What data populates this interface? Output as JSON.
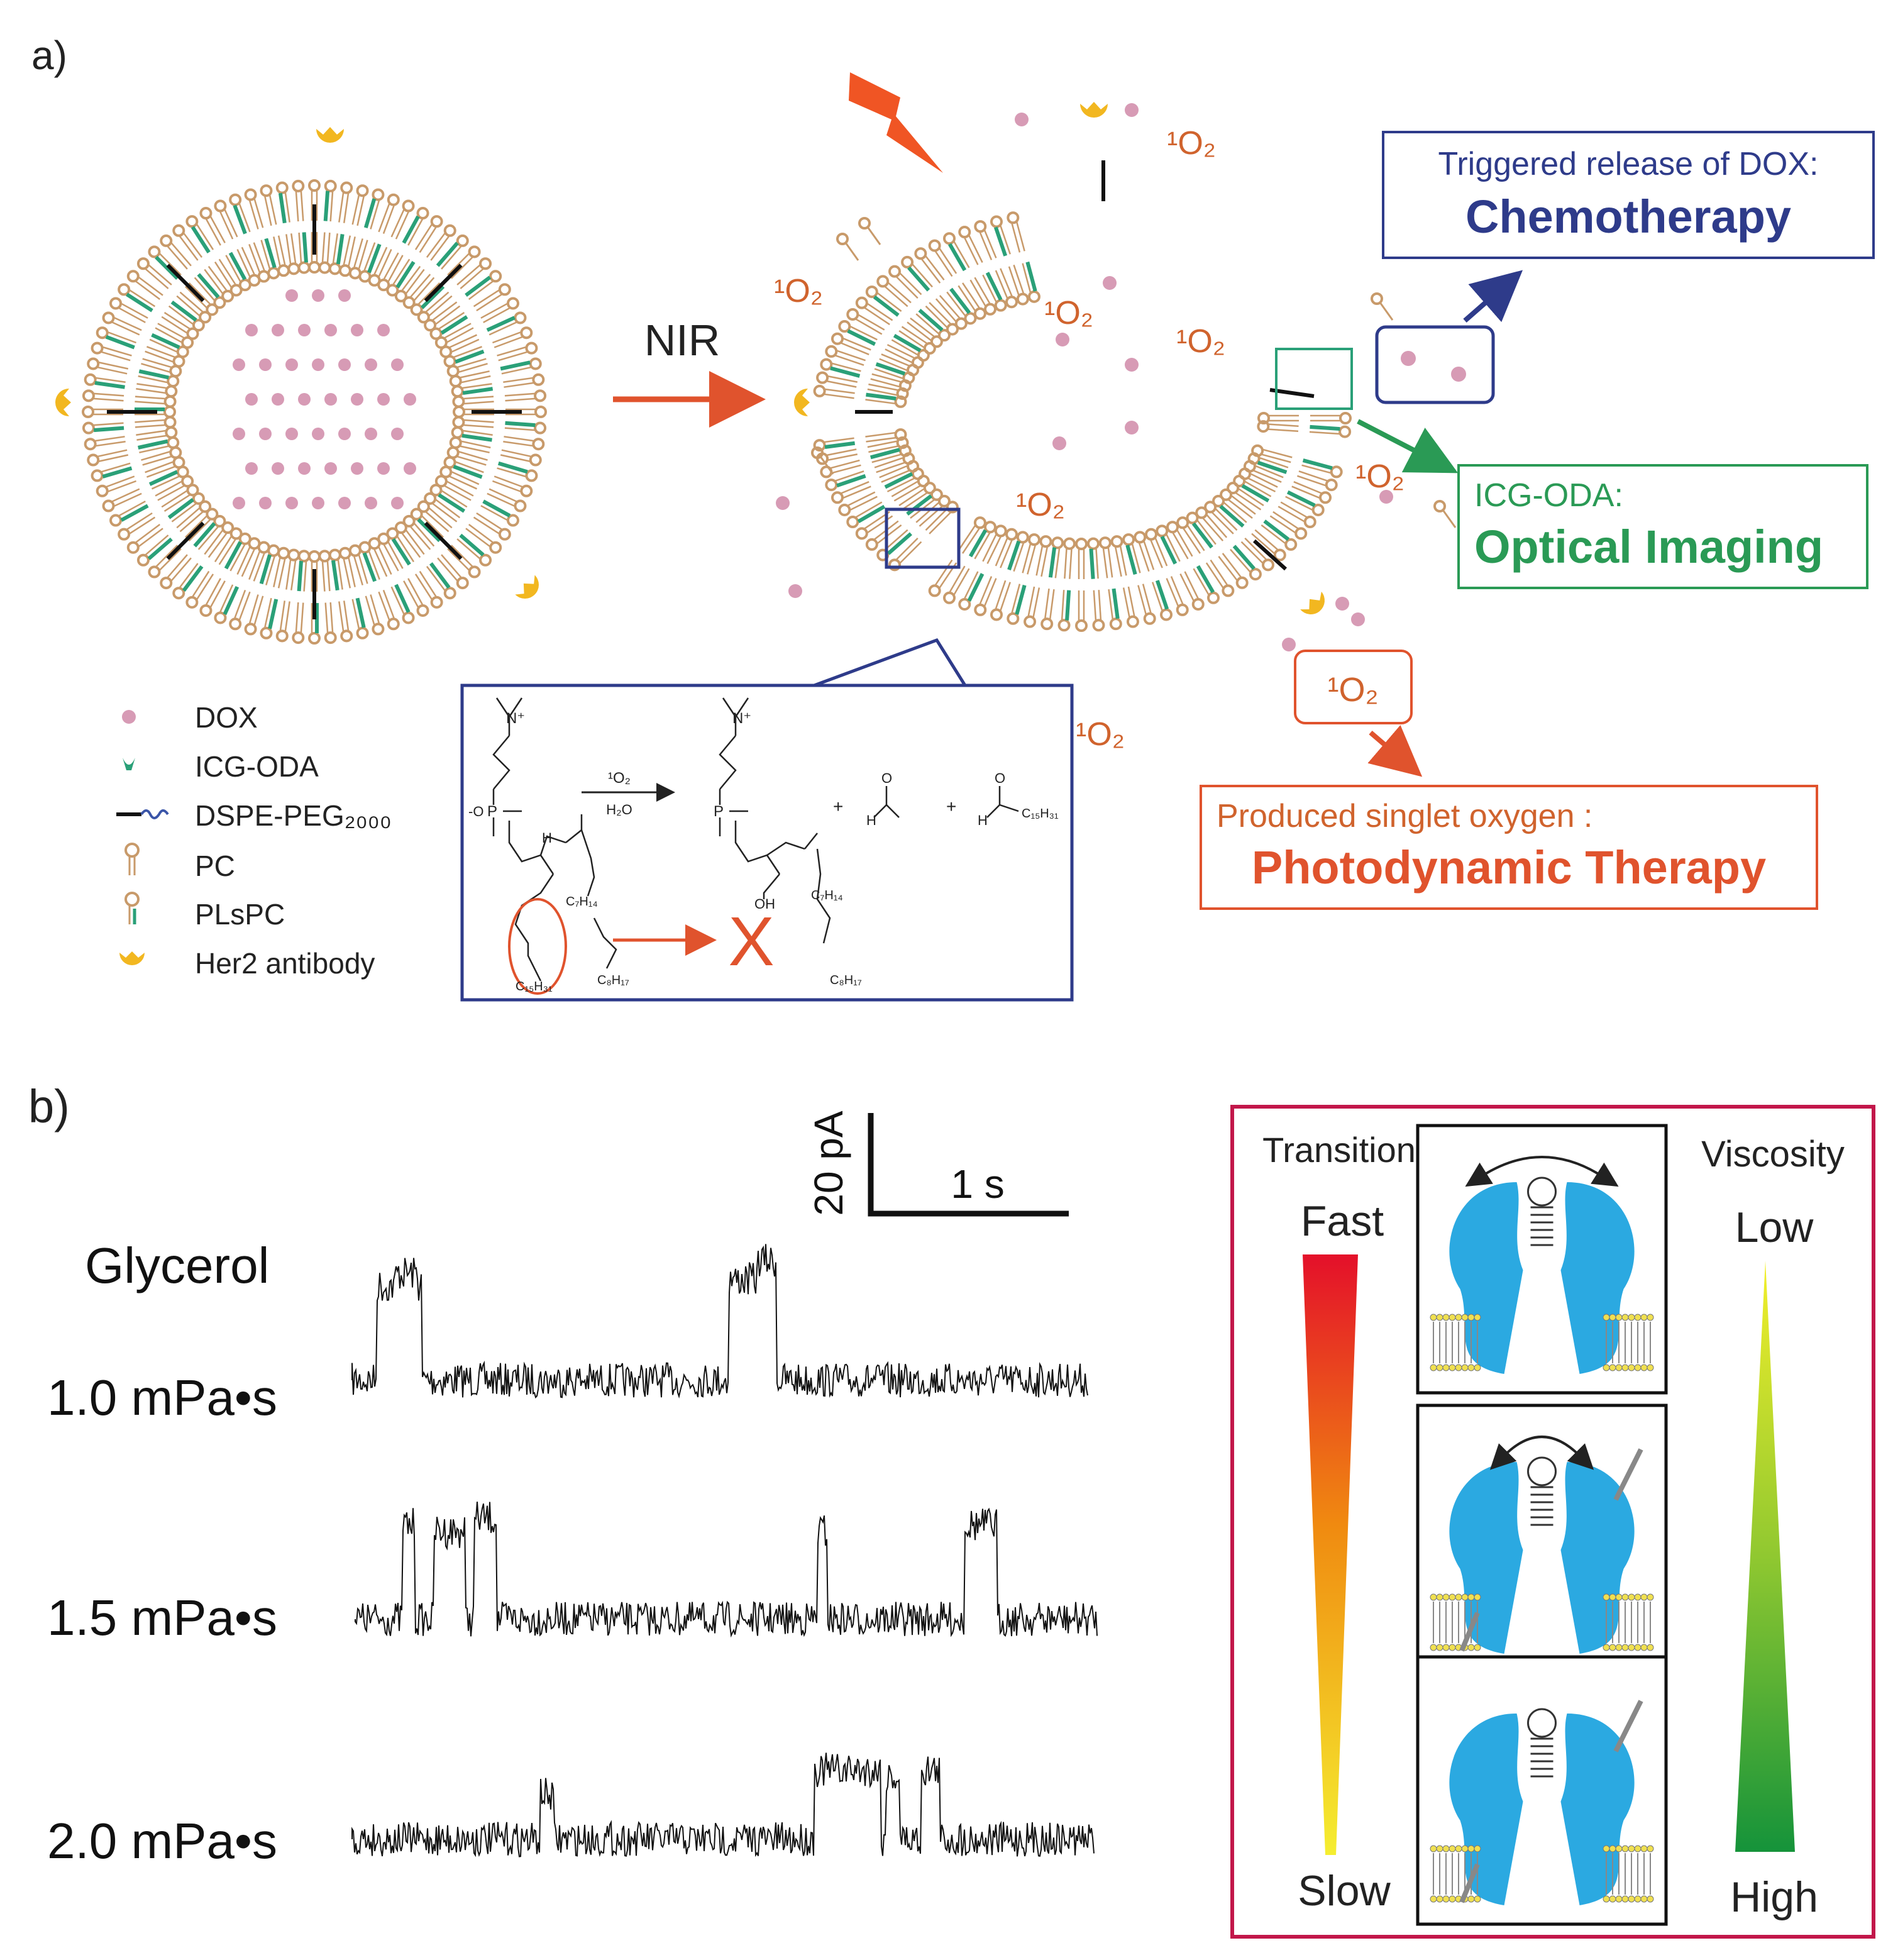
{
  "panel_a": {
    "label": "a)",
    "arrow_label": "NIR",
    "singlet_oxygen": "¹O₂",
    "legend": [
      {
        "icon": "dox-dot-icon",
        "label": "DOX"
      },
      {
        "icon": "icg-oda-icon",
        "label": "ICG-ODA"
      },
      {
        "icon": "dspe-peg-icon",
        "label": "DSPE-PEG₂₀₀₀"
      },
      {
        "icon": "pc-lipid-icon",
        "label": "PC"
      },
      {
        "icon": "plspc-lipid-icon",
        "label": "PLsPC"
      },
      {
        "icon": "her2-antibody-icon",
        "label": "Her2 antibody"
      }
    ],
    "chemistry": {
      "reagent": "¹O₂",
      "solvent": "H₂O",
      "sub_c15": "C₁₅H₃₁",
      "sub_c7": "C₇H₁₄",
      "sub_c8": "C₈H₁₇",
      "sub_c15_product": "C₁₅H₃₁",
      "block_mark": "X",
      "plus": "+",
      "oh": "OH",
      "h": "H",
      "o_minus": "-O",
      "n_plus": "N⁺",
      "p": "P",
      "o": "O"
    },
    "boxes": {
      "chemo_title": "Triggered release of DOX:",
      "chemo_value": "Chemotherapy",
      "imaging_title": "ICG-ODA:",
      "imaging_value": "Optical Imaging",
      "pdt_title": "Produced singlet oxygen :",
      "pdt_value": "Photodynamic Therapy"
    }
  },
  "panel_b": {
    "label": "b)",
    "scale_current": "20 pA",
    "scale_time": "1 s",
    "heading": "Glycerol",
    "traces": [
      {
        "viscosity": "1.0 mPa•s"
      },
      {
        "viscosity": "1.5 mPa•s"
      },
      {
        "viscosity": "2.0 mPa•s"
      }
    ],
    "legend_box": {
      "transition_title": "Transition",
      "fast": "Fast",
      "slow": "Slow",
      "viscosity_title": "Viscosity",
      "low": "Low",
      "high": "High"
    }
  },
  "colors": {
    "navy": "#2e3b8a",
    "green": "#2a9a55",
    "orange": "#e0532d",
    "dox": "#d79bb5",
    "lipid_head": "#c89a6a",
    "icg": "#2aa078",
    "antibody": "#f2b720",
    "peg": "#3a55a8",
    "magenta_box": "#c2174a",
    "channel": "#2ba9e1"
  }
}
